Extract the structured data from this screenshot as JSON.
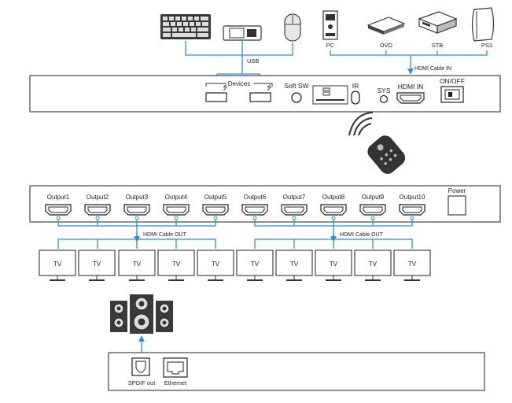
{
  "sources": {
    "pc": "PC",
    "dvd": "DVD",
    "stb": "STB",
    "ps3": "PS3"
  },
  "labels": {
    "usb": "USB",
    "hdmi_in_cable": "HDMI Cable IN",
    "devices": "Devices",
    "soft_sw": "Soft SW",
    "ir": "IR",
    "sys": "SYS",
    "hdmi_in": "HDMI IN",
    "on_off": "ON/OFF",
    "power": "Power",
    "hdmi_out_cable_left": "HDMI Cable OUT",
    "hdmi_out_cable_right": "HDMI Cable OUT",
    "spdif_out": "SPDIF out",
    "ethernet": "Ethernet"
  },
  "outputs": [
    "Output1",
    "Output2",
    "Output3",
    "Output4",
    "Output5",
    "Output6",
    "Output7",
    "Output8",
    "Output9",
    "Output10"
  ],
  "tvs": [
    "TV",
    "TV",
    "TV",
    "TV",
    "TV",
    "TV",
    "TV",
    "TV",
    "TV",
    "TV"
  ],
  "colors": {
    "cable": "#2f8fd6",
    "outline": "#333333"
  },
  "icons": [
    "keyboard-icon",
    "usb-dongle-icon",
    "mouse-icon",
    "pc-tower-icon",
    "dvd-player-icon",
    "set-top-box-icon",
    "ps3-console-icon",
    "remote-control-icon",
    "signal-waves-icon",
    "speaker-system-icon"
  ]
}
